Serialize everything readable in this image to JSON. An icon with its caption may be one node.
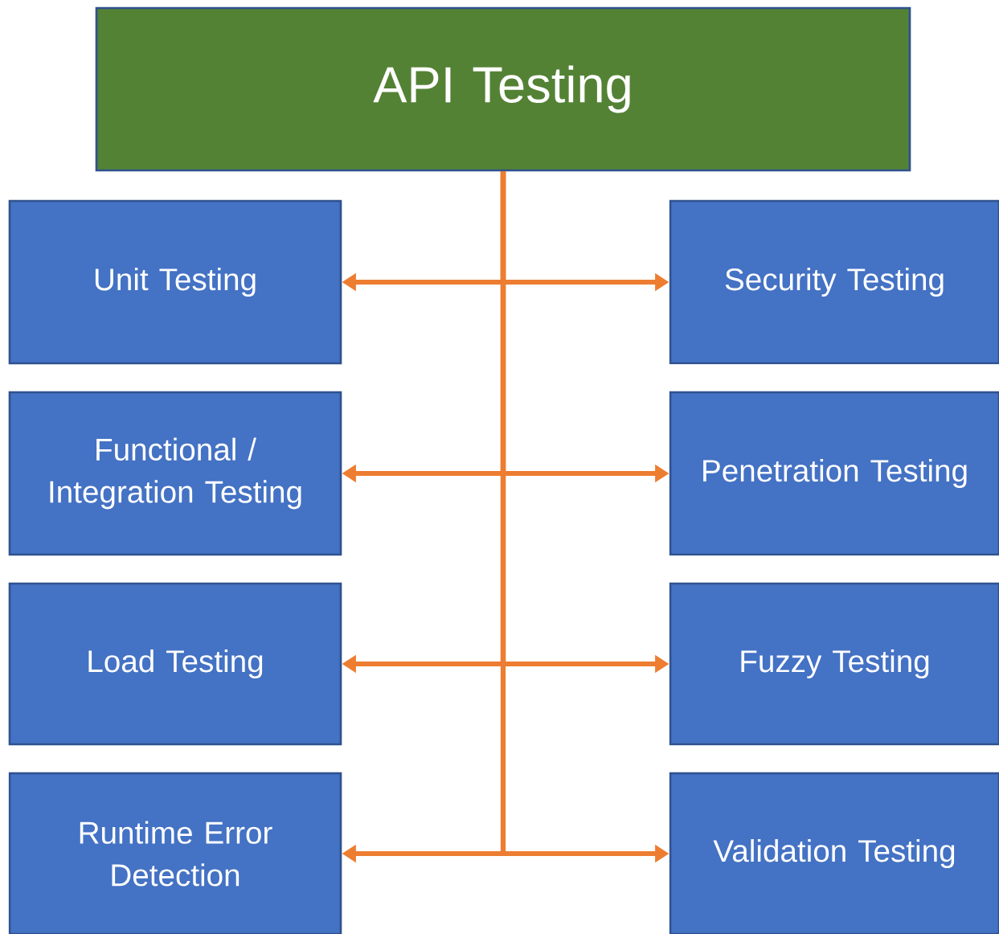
{
  "diagram": {
    "nodes": [
      {
        "text": [
          "API Testing"
        ]
      },
      {
        "text": [
          "Unit Testing"
        ]
      },
      {
        "text": [
          "Security Testing"
        ]
      },
      {
        "text": [
          "Functional / Integration Testing"
        ]
      },
      {
        "text": [
          "Penetration Testing"
        ]
      },
      {
        "text": [
          "Load Testing"
        ]
      },
      {
        "text": [
          "Fuzzy Testing"
        ]
      },
      {
        "text": [
          "Runtime Error Detection"
        ]
      },
      {
        "text": [
          "Validation Testing"
        ]
      }
    ],
    "edges": [
      {
        "from": 0,
        "to": 1,
        "arrow": "to"
      },
      {
        "from": 0,
        "to": 2,
        "arrow": "to"
      },
      {
        "from": 0,
        "to": 3,
        "arrow": "to"
      },
      {
        "from": 0,
        "to": 4,
        "arrow": "to"
      },
      {
        "from": 0,
        "to": 5,
        "arrow": "to"
      },
      {
        "from": 0,
        "to": 6,
        "arrow": "to"
      },
      {
        "from": 0,
        "to": 7,
        "arrow": "to"
      },
      {
        "from": 0,
        "to": 8,
        "arrow": "to"
      }
    ]
  }
}
